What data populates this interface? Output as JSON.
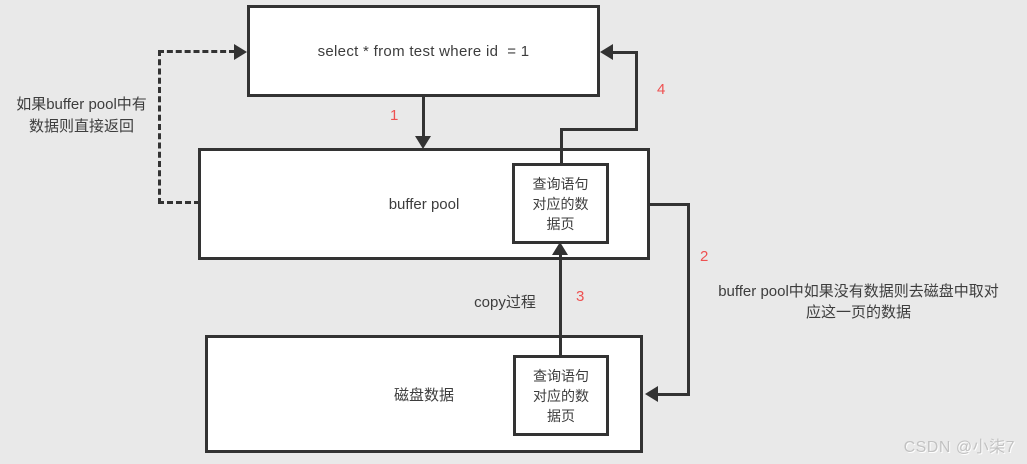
{
  "colors": {
    "background": "#e9e9e9",
    "line": "#333333",
    "step_label": "#ee5151",
    "text": "#3d3d3d",
    "watermark": "#c2c2c2"
  },
  "nodes": {
    "query_box": {
      "label": "select * from test where id  = 1"
    },
    "buffer_pool_box": {
      "label": "buffer pool",
      "data_page": "查询语句\n对应的数\n据页"
    },
    "disk_box": {
      "label": "磁盘数据",
      "data_page": "查询语句\n对应的数\n据页"
    }
  },
  "notes": {
    "left": "如果buffer pool中有\n数据则直接返回",
    "right": "buffer pool中如果没有数据则去磁盘中取对\n应这一页的数据",
    "copy": "copy过程"
  },
  "steps": {
    "s1": "1",
    "s2": "2",
    "s3": "3",
    "s4": "4"
  },
  "watermark": "CSDN @小柒7"
}
